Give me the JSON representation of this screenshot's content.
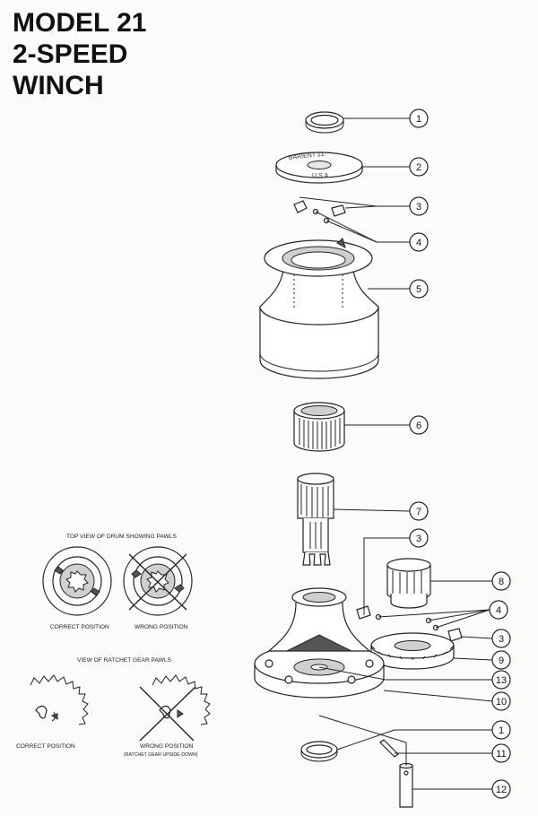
{
  "title": {
    "line1": "MODEL 21",
    "line2": "2-SPEED",
    "line3": "WINCH"
  },
  "top_view": {
    "heading": "TOP VIEW OF DRUM SHOWING PAWLS",
    "correct": "CORRECT POSITION",
    "wrong": "WRONG POSITION"
  },
  "ratchet_view": {
    "heading": "VIEW OF RATCHET GEAR PAWLS",
    "correct": "CORRECT POSITION",
    "wrong": "WRONG POSITION",
    "wrong_note": "(RATCHET GEAR UPSIDE-DOWN)"
  },
  "drum_cap": {
    "brand": "BARIENT 21",
    "origin": "U.S.A."
  },
  "callouts": {
    "c1a": "1",
    "c2": "2",
    "c3a": "3",
    "c4a": "4",
    "c5": "5",
    "c6": "6",
    "c7": "7",
    "c3b": "3",
    "c8": "8",
    "c4b": "4",
    "c3c": "3",
    "c9": "9",
    "c13": "13",
    "c10": "10",
    "c1b": "1",
    "c11": "11",
    "c12": "12"
  }
}
